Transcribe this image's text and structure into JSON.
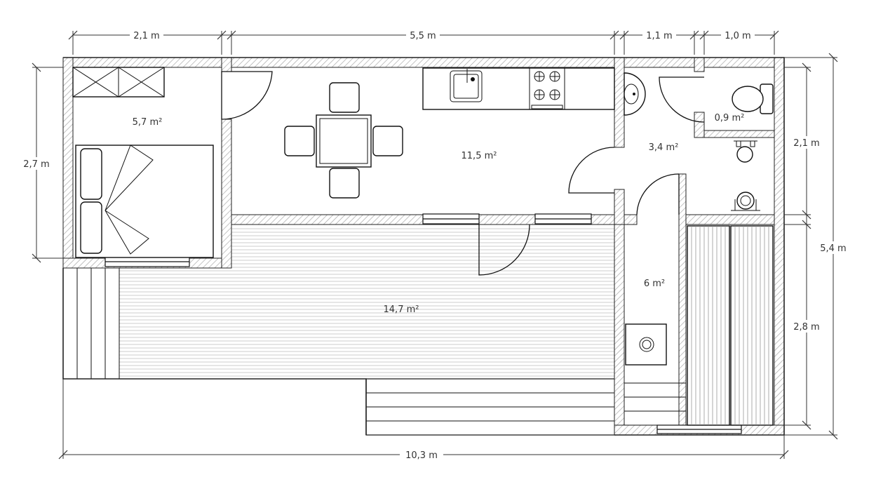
{
  "plan": {
    "dimensions": {
      "top_bedroom": "2,1 m",
      "top_kitchen": "5,5 m",
      "top_shower": "1,1 m",
      "top_wc": "1,0 m",
      "left_height": "2,7 m",
      "right_upper": "2,1 m",
      "right_lower": "2,8 m",
      "right_total": "5,4 m",
      "bottom_total": "10,3 m"
    },
    "areas": {
      "bedroom": "5,7 m²",
      "kitchen": "11,5 m²",
      "wc": "0,9 m²",
      "shower": "3,4 m²",
      "sauna": "6 m²",
      "terrace": "14,7 m²"
    },
    "colors": {
      "wall_hatch": "#a8a8a8",
      "line": "#111111",
      "deck_line": "#bbbbbb"
    }
  }
}
